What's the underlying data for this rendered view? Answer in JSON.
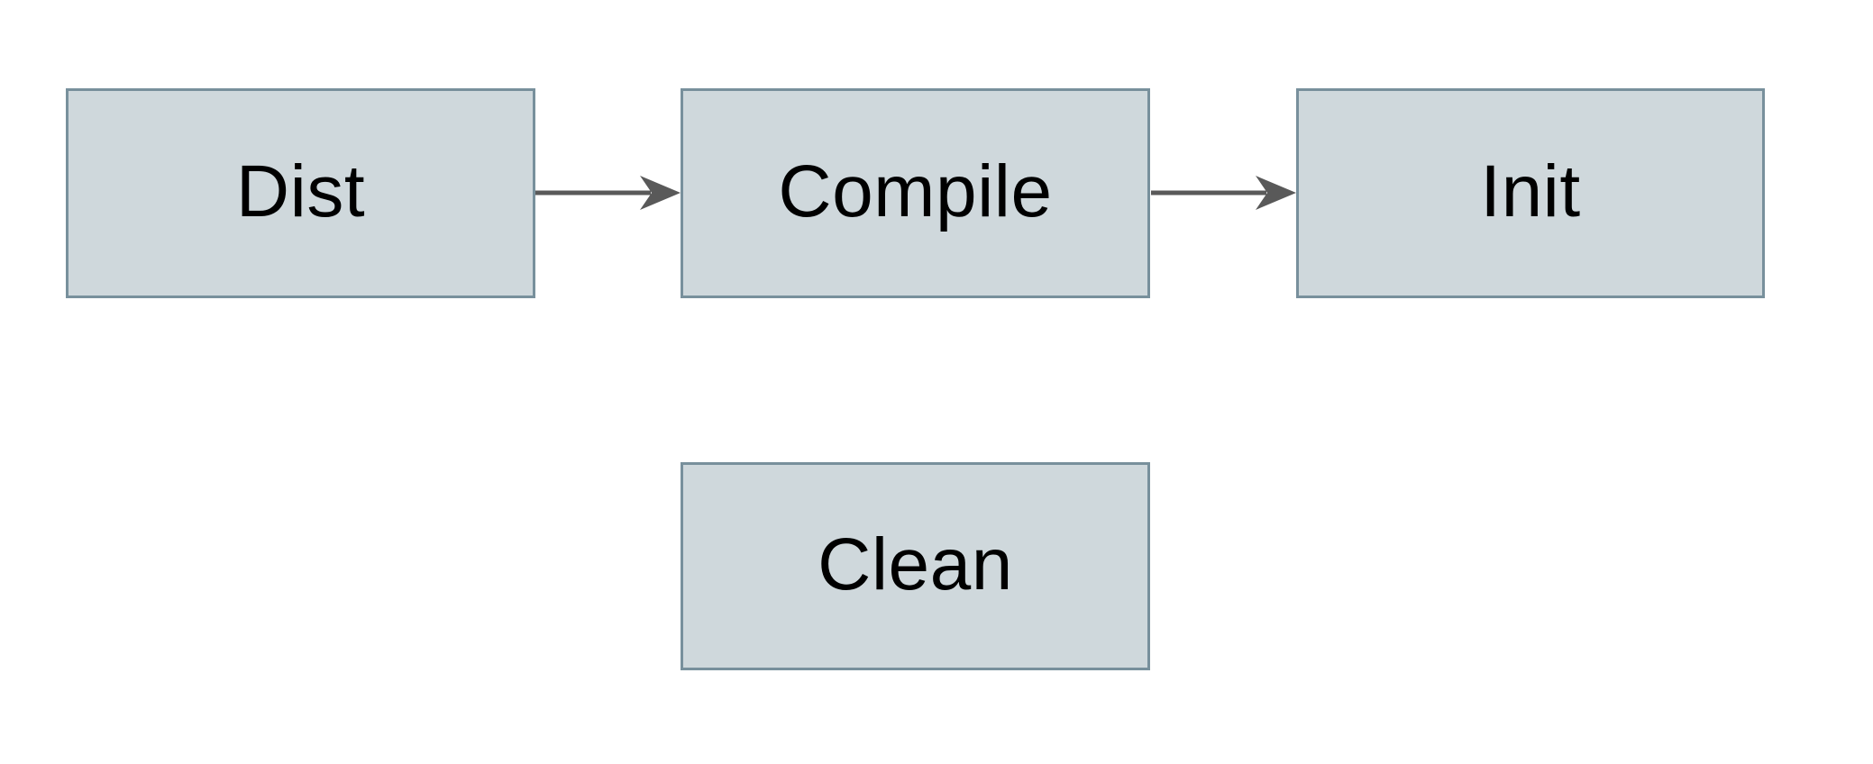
{
  "diagram": {
    "type": "flowchart",
    "background": "#ffffff",
    "colors": {
      "node_fill": "#cfd8dc",
      "node_border": "#78909c",
      "arrow": "#595959",
      "text": "#000000"
    },
    "nodes": [
      {
        "id": "dist",
        "label": "Dist"
      },
      {
        "id": "compile",
        "label": "Compile"
      },
      {
        "id": "init",
        "label": "Init"
      },
      {
        "id": "clean",
        "label": "Clean"
      }
    ],
    "edges": [
      {
        "from": "dist",
        "to": "compile"
      },
      {
        "from": "compile",
        "to": "init"
      }
    ]
  }
}
